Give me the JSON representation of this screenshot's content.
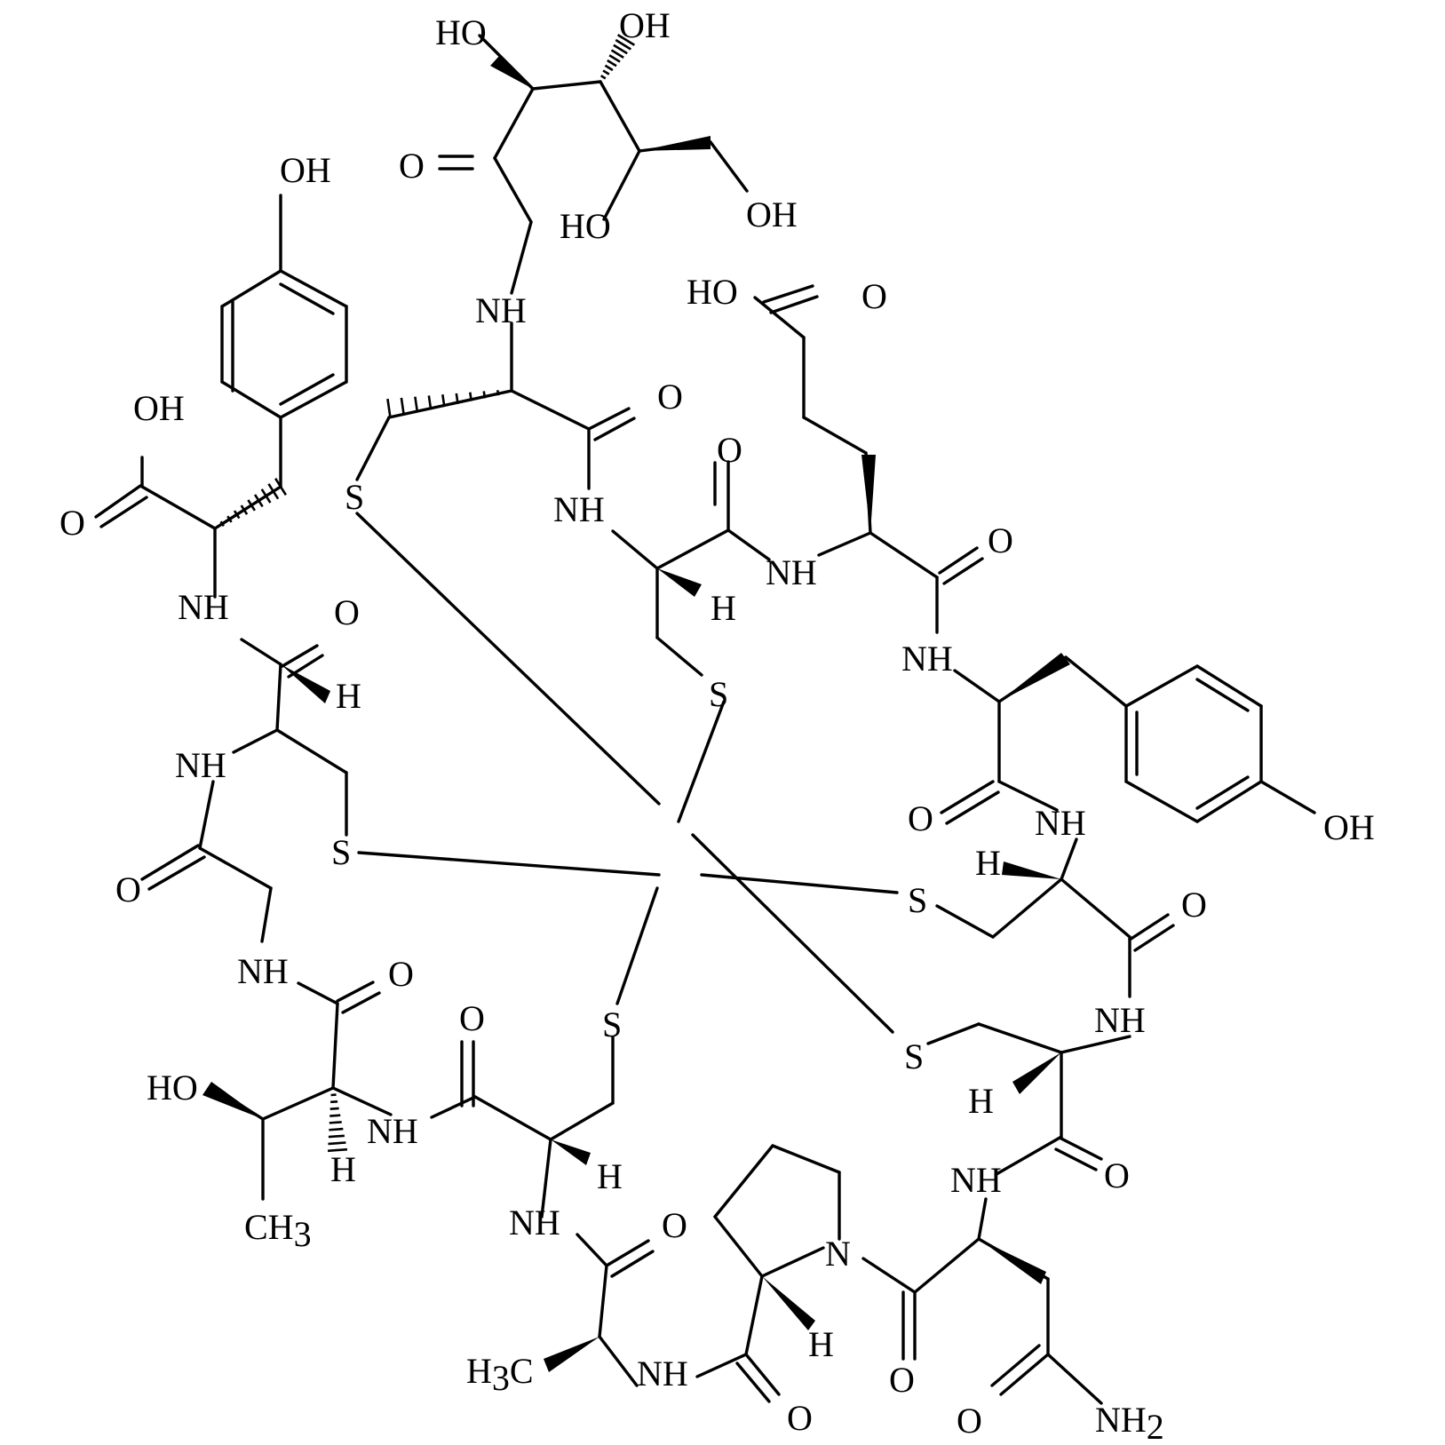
{
  "diagram": {
    "atom_labels": {
      "oh": "OH",
      "ho": "HO",
      "o": "O",
      "nh": "NH",
      "h": "H",
      "s": "S",
      "n": "N",
      "ch3_main": "CH",
      "ch3_sub": "3",
      "h3c_h": "H",
      "h3c_sub": "3",
      "h3c_c": "C",
      "nh2_main": "NH",
      "nh2_sub": "2"
    }
  }
}
